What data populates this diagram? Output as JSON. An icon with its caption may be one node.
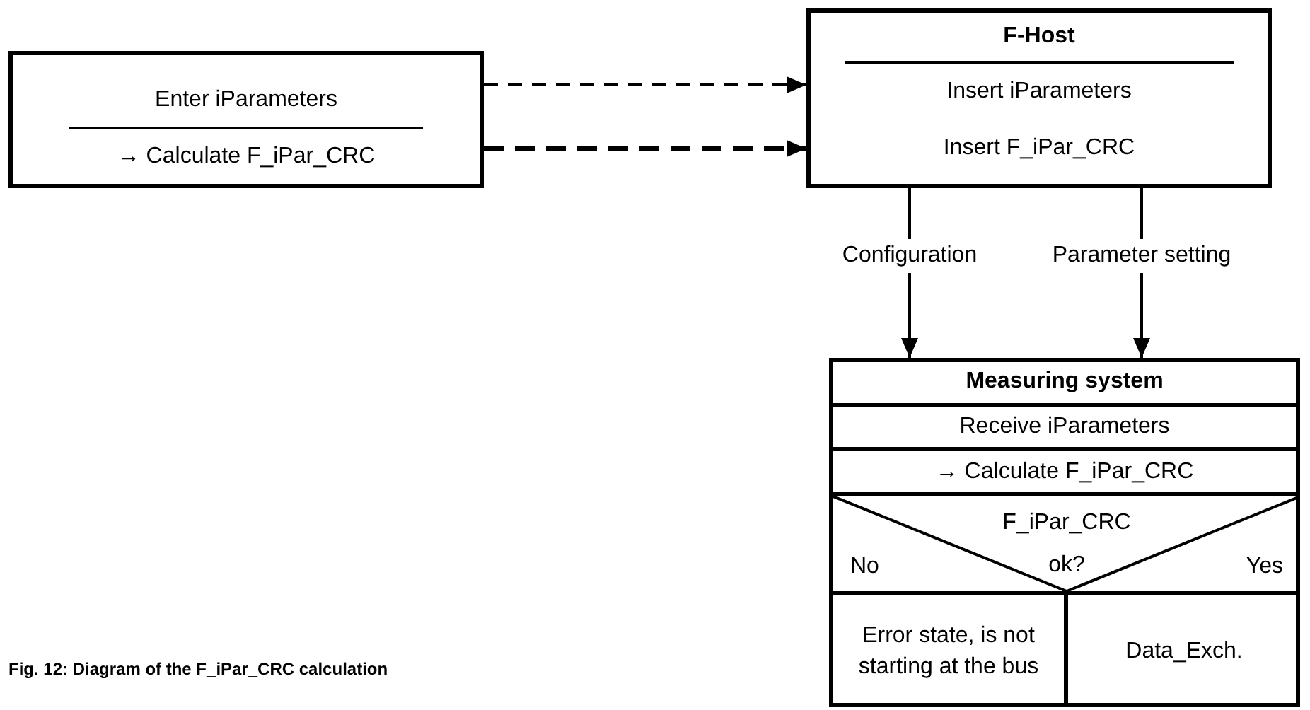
{
  "diagram": {
    "caption": "Fig. 12: Diagram of the F_iPar_CRC calculation",
    "nodes": [
      {
        "text": [
          "Enter iParameters",
          "→ Calculate F_iPar_CRC"
        ]
      },
      {
        "text": [
          "F-Host",
          "Insert iParameters",
          "Insert F_iPar_CRC"
        ]
      },
      {
        "text": [
          "Measuring system",
          "Receive iParameters",
          "→ Calculate F_iPar_CRC"
        ]
      },
      {
        "text": [
          "No",
          "F_iPar_CRC ok?",
          "Yes"
        ],
        "in": 2
      },
      {
        "text": [
          "Error state, is not starting at the bus"
        ],
        "in": 2
      },
      {
        "text": [
          "Data_Exch."
        ],
        "in": 2
      }
    ],
    "edges": [
      {
        "from": 0,
        "to": 1,
        "arrow": "to",
        "style": "dashed"
      },
      {
        "from": 0,
        "to": 1,
        "arrow": "to",
        "style": "dashed"
      },
      {
        "from": 1,
        "to": 2,
        "arrow": "to",
        "label": "Configuration"
      },
      {
        "from": 1,
        "to": 2,
        "arrow": "to",
        "label": "Parameter setting"
      }
    ]
  }
}
